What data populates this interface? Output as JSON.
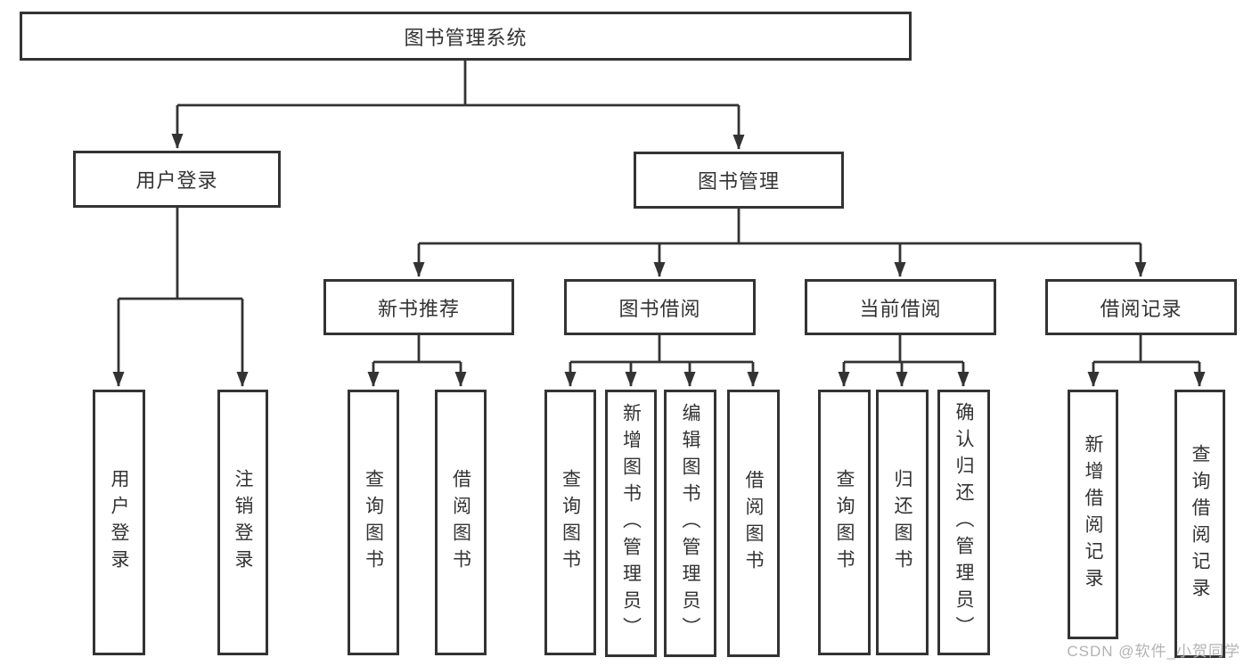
{
  "title": "图书管理系统",
  "colors": {
    "line": "#333333",
    "box_border": "#333333",
    "text": "#333333",
    "background": "#ffffff",
    "watermark": "#b3b3b3"
  },
  "nodes": {
    "root": "图书管理系统",
    "branches": [
      "用户登录",
      "图书管理"
    ],
    "modules": [
      "新书推荐",
      "图书借阅",
      "当前借阅",
      "借阅记录"
    ],
    "leaves": [
      "用户登录",
      "注销登录",
      "查询图书",
      "借阅图书",
      "查询图书",
      "新增图书（管理员）",
      "编辑图书（管理员）",
      "借阅图书",
      "查询图书",
      "归还图书",
      "确认归还（管理员）",
      "新增借阅记录",
      "查询借阅记录"
    ]
  },
  "watermark": "CSDN @软件_小贺同学"
}
